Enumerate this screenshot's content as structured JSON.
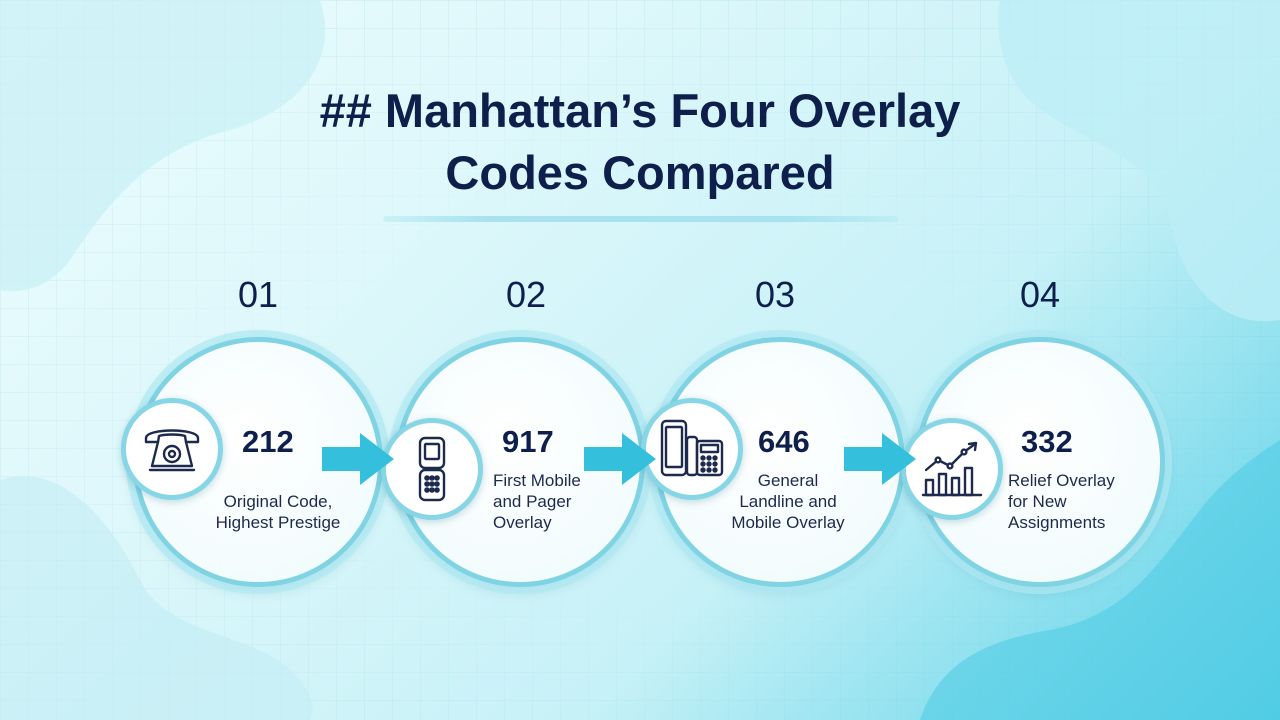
{
  "title": {
    "line1": "## Manhattan’s Four Overlay",
    "line2": "Codes Compared"
  },
  "steps": [
    {
      "number": "01",
      "code": "212",
      "desc": [
        "Original Code,",
        "Highest Prestige"
      ],
      "icon": "rotary-telephone-icon"
    },
    {
      "number": "02",
      "code": "917",
      "desc": [
        "First Mobile",
        "and Pager",
        "Overlay"
      ],
      "icon": "flip-phone-icon"
    },
    {
      "number": "03",
      "code": "646",
      "desc": [
        "General",
        "Landline and",
        "Mobile Overlay"
      ],
      "icon": "phone-and-landline-icon"
    },
    {
      "number": "04",
      "code": "332",
      "desc": [
        "Relief Overlay",
        "for New",
        "Assignments"
      ],
      "icon": "growth-chart-icon"
    }
  ],
  "colors": {
    "navy": "#0f1f4b",
    "accent": "#34bfdc",
    "ring": "#7fd3e3"
  }
}
